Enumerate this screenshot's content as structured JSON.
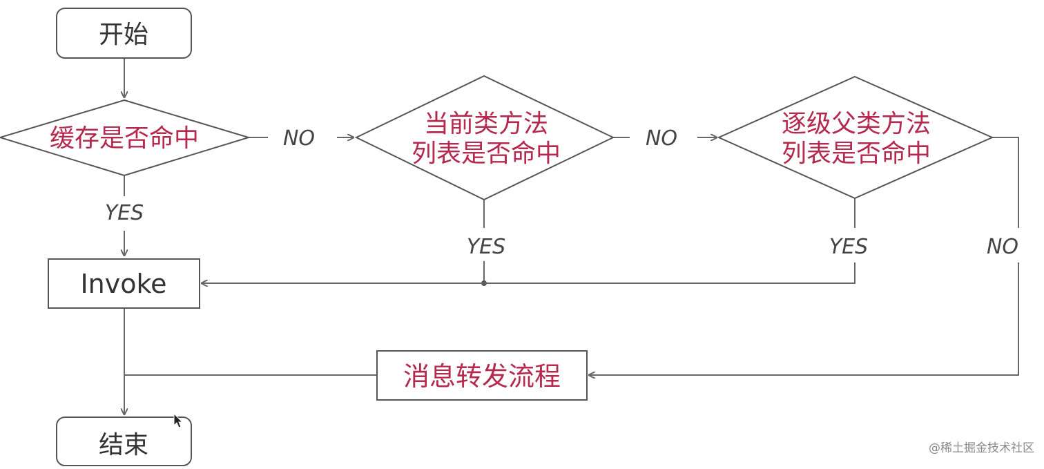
{
  "nodes": {
    "start": "开始",
    "cache_hit": "缓存是否命中",
    "class_methods_line1": "当前类方法",
    "class_methods_line2": "列表是否命中",
    "super_methods_line1": "逐级父类方法",
    "super_methods_line2": "列表是否命中",
    "invoke": "Invoke",
    "forwarding": "消息转发流程",
    "end": "结束"
  },
  "edges": {
    "cache_no": "NO",
    "cache_yes": "YES",
    "class_no": "NO",
    "class_yes": "YES",
    "super_yes": "YES",
    "super_no": "NO"
  },
  "watermark": "@稀土掘金技术社区",
  "colors": {
    "highlight_text": "#b5294e",
    "dark_text": "#333333",
    "line": "#666666"
  }
}
